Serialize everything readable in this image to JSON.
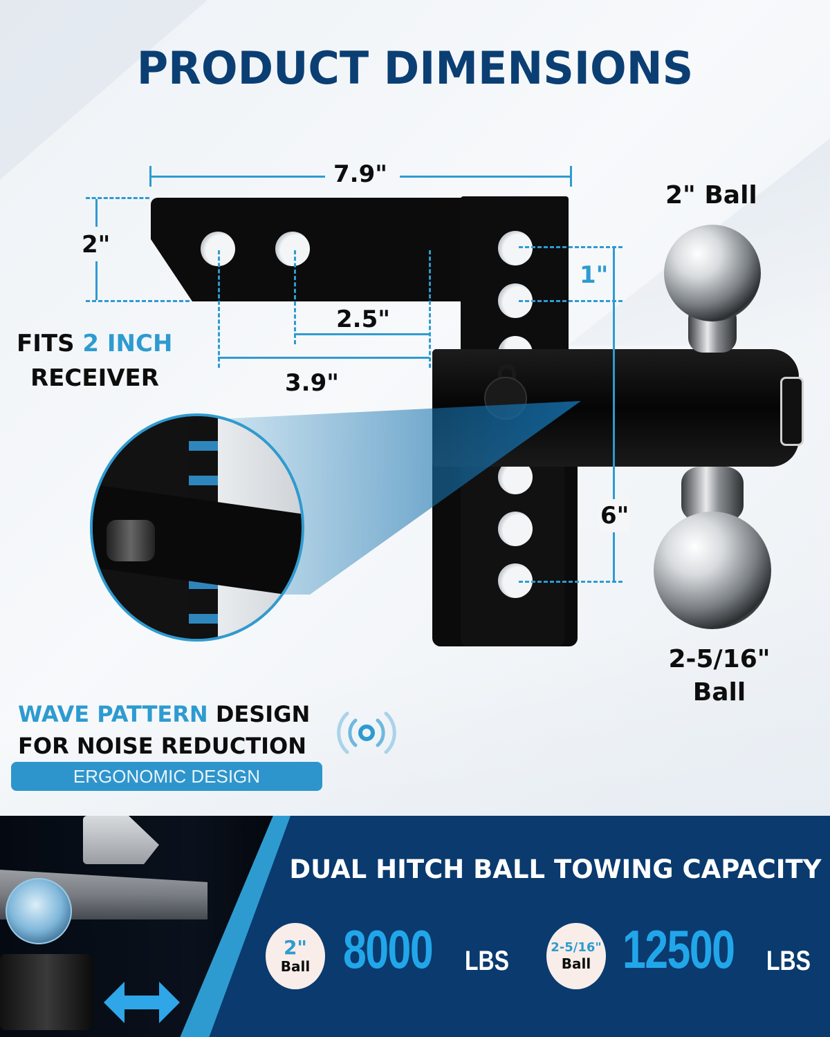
{
  "header": {
    "title": "PRODUCT DIMENSIONS"
  },
  "dimensions": {
    "overall_length": "7.9\"",
    "shank_height": "2\"",
    "hole_to_riser_near": "2.5\"",
    "hole_to_riser_far": "3.9\"",
    "hole_spacing": "1\"",
    "drop_rise": "6\""
  },
  "fits": {
    "prefix": "FITS",
    "highlight": "2 INCH",
    "suffix": "RECEIVER"
  },
  "balls": {
    "top_label": "2\" Ball",
    "bottom_label_line1": "2-5/16\"",
    "bottom_label_line2": "Ball"
  },
  "features": {
    "wave_highlight": "WAVE PATTERN",
    "wave_rest": "DESIGN",
    "wave_line2": "FOR NOISE REDUCTION",
    "ergonomic_badge": "ERGONOMIC DESIGN",
    "signal_icon": "noise-wave-icon"
  },
  "capacity": {
    "title": "DUAL HITCH BALL TOWING CAPACITY",
    "items": [
      {
        "ball_size": "2\"",
        "ball_word": "Ball",
        "value": "8000",
        "unit": "LBS"
      },
      {
        "ball_size": "2-5/16\"",
        "ball_word": "Ball",
        "value": "12500",
        "unit": "LBS"
      }
    ],
    "arrow_icon": "double-arrow-icon"
  },
  "colors": {
    "title_navy": "#0b3f74",
    "accent_blue": "#2e9bd0",
    "banner_navy": "#0a3a6e",
    "capacity_value": "#22a6ea",
    "badge_bg": "#f8ede9"
  }
}
